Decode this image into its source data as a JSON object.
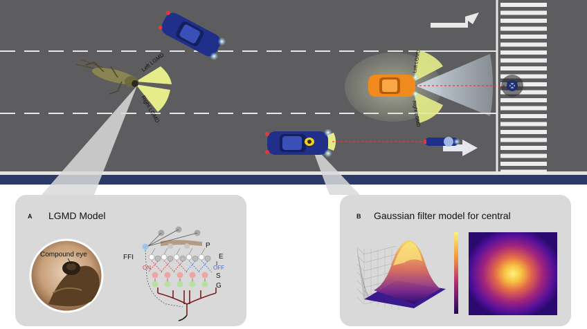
{
  "road_labels": {
    "left_lgmd": "Left LGMD",
    "right_lgmd": "Right LGMD"
  },
  "panel_a": {
    "letter": "A",
    "title": "LGMD Model",
    "eye_label": "Compound eye",
    "labels": {
      "ffi": "FFI",
      "p": "P",
      "e": "E",
      "i": "I",
      "s": "S",
      "g": "G",
      "on": "ON",
      "off": "OFF"
    }
  },
  "panel_b": {
    "letter": "B",
    "title": "Gaussian filter model for central"
  },
  "colors": {
    "road": "#5d5d60",
    "curb": "#2b3a66",
    "panel": "#d9d9d9",
    "cone": "#e6ec8a",
    "blue_car": "#1f2f8a",
    "orange_car": "#f08a1c",
    "heat_low": "#2a0a6e",
    "heat_high": "#fcf27a"
  }
}
